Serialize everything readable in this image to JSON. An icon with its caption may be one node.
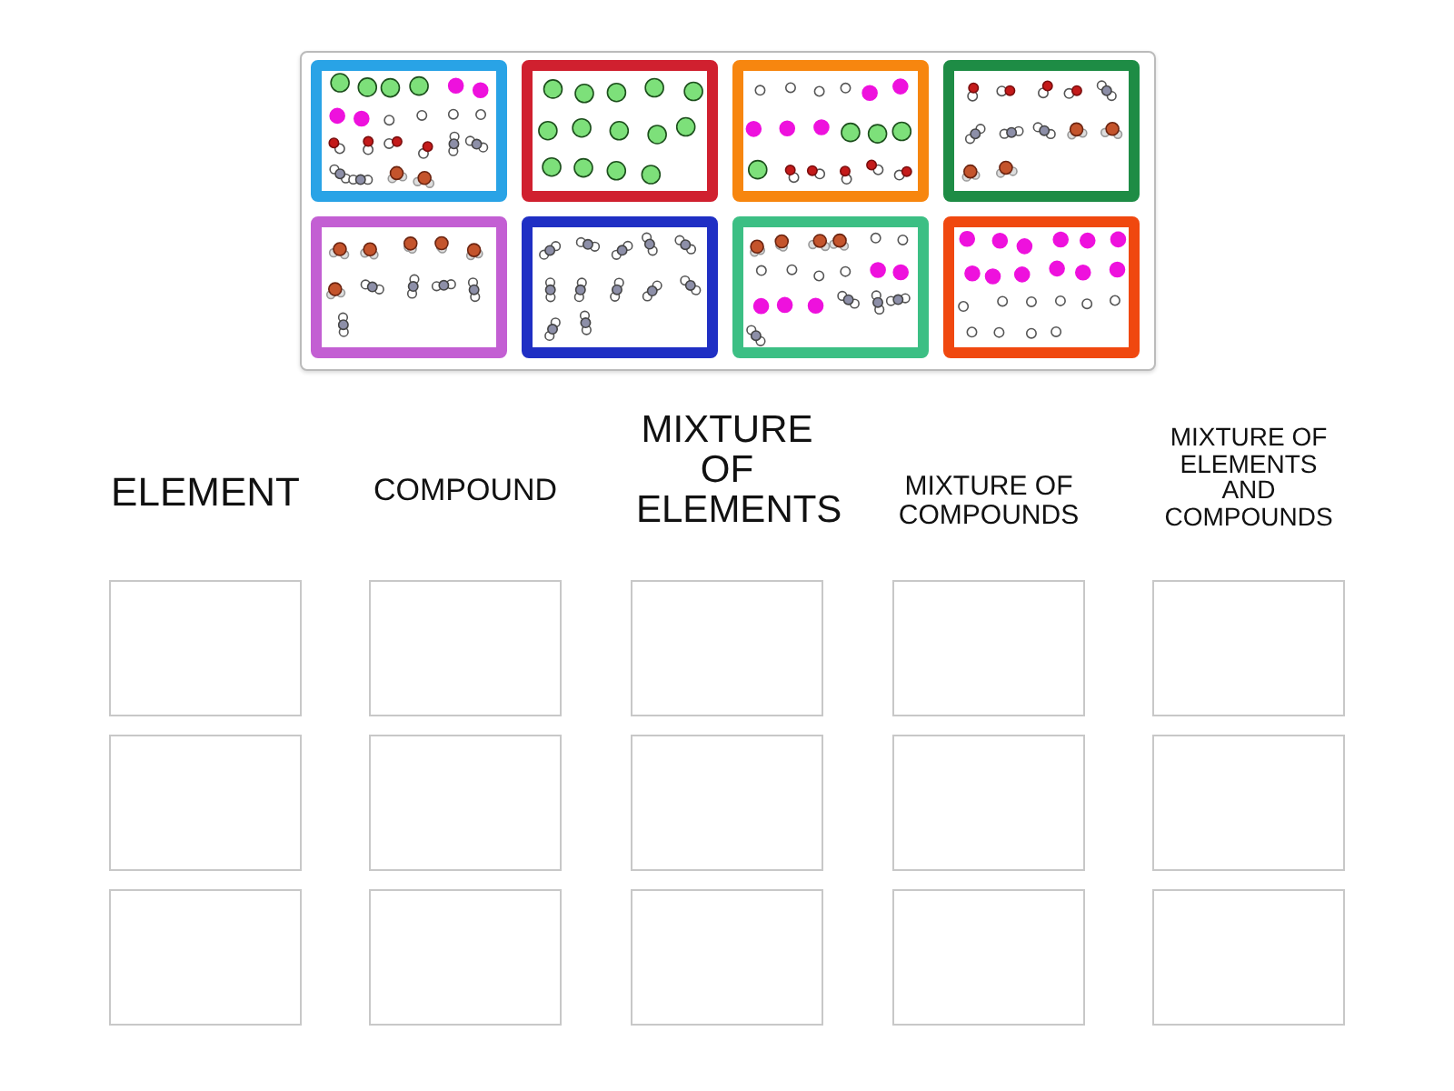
{
  "diagram": {
    "nodes": [
      {
        "text": [],
        "shape": "box"
      },
      {
        "text": [],
        "shape": "picture",
        "in": 0
      },
      {
        "text": [],
        "shape": "picture",
        "in": 0
      },
      {
        "text": [],
        "shape": "picture",
        "in": 0
      },
      {
        "text": [],
        "shape": "picture",
        "in": 0
      },
      {
        "text": [],
        "shape": "picture",
        "in": 0
      },
      {
        "text": [],
        "shape": "picture",
        "in": 0
      },
      {
        "text": [],
        "shape": "picture",
        "in": 0
      },
      {
        "text": [],
        "shape": "picture",
        "in": 0
      },
      {
        "text": [],
        "shape": "box"
      },
      {
        "text": [],
        "shape": "box"
      },
      {
        "text": [],
        "shape": "box"
      },
      {
        "text": [],
        "shape": "box"
      },
      {
        "text": [],
        "shape": "box"
      },
      {
        "text": [],
        "shape": "box"
      },
      {
        "text": [],
        "shape": "box"
      },
      {
        "text": [],
        "shape": "box"
      },
      {
        "text": [],
        "shape": "box"
      },
      {
        "text": [],
        "shape": "box"
      },
      {
        "text": [],
        "shape": "box"
      },
      {
        "text": [],
        "shape": "box"
      },
      {
        "text": [],
        "shape": "box"
      },
      {
        "text": [],
        "shape": "box"
      },
      {
        "text": [],
        "shape": "box"
      }
    ],
    "labels": [
      "ELEMENT",
      "COMPOUND",
      "MIXTURE OF ELEMENTS",
      "MIXTURE OF COMPOUNDS",
      "MIXTURE OF ELEMENTS AND COMPOUNDS"
    ]
  }
}
